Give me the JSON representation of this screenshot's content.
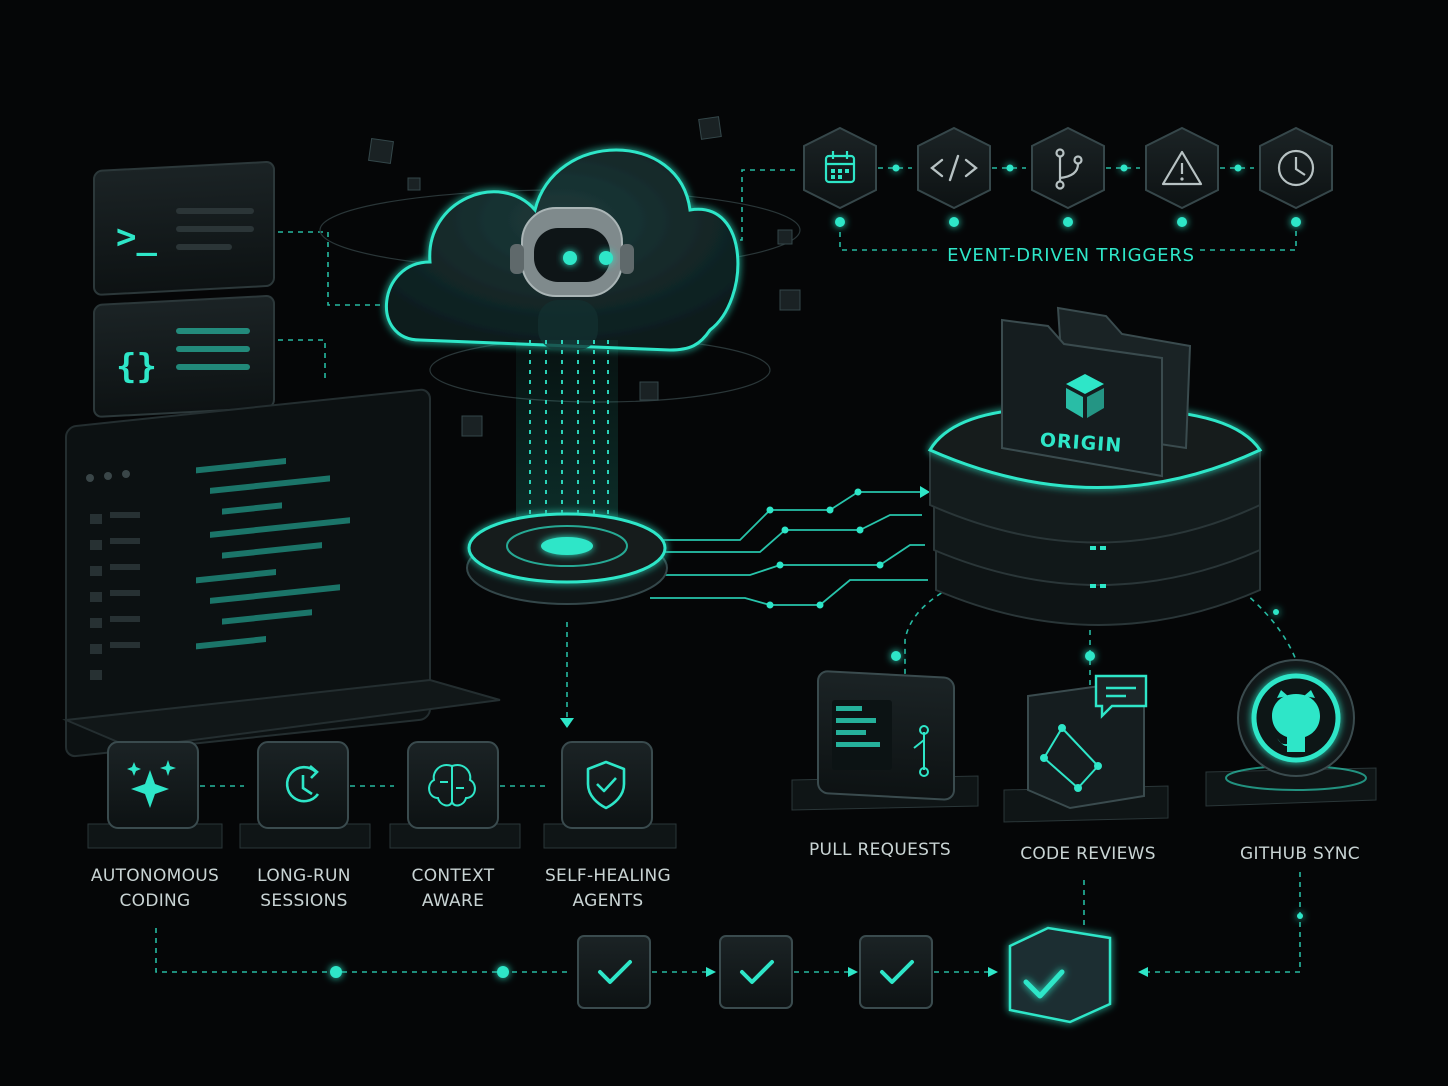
{
  "diagram": {
    "colors": {
      "background": "#050607",
      "accent": "#2ee6c8",
      "panel": "#121819",
      "edge": "#2a3638",
      "text": "#c9d4d4"
    },
    "triggers": {
      "label": "EVENT-DRIVEN TRIGGERS",
      "icons": [
        "calendar-icon",
        "code-icon",
        "branch-icon",
        "warning-icon",
        "clock-icon"
      ]
    },
    "origin": {
      "label": "ORIGIN",
      "icon": "box-icon"
    },
    "capabilities": [
      {
        "label": "AUTONOMOUS\nCODING",
        "icon": "sparkles-icon"
      },
      {
        "label": "LONG-RUN\nSESSIONS",
        "icon": "clock-refresh-icon"
      },
      {
        "label": "CONTEXT\nAWARE",
        "icon": "brain-icon"
      },
      {
        "label": "SELF-HEALING\nAGENTS",
        "icon": "shield-check-icon"
      }
    ],
    "outputs": [
      {
        "label": "PULL REQUESTS",
        "icon": "pull-request-icon"
      },
      {
        "label": "CODE REVIEWS",
        "icon": "review-graph-icon"
      },
      {
        "label": "GITHUB SYNC",
        "icon": "github-icon"
      }
    ],
    "checks": [
      "check-icon",
      "check-icon",
      "check-icon",
      "check-icon"
    ]
  }
}
